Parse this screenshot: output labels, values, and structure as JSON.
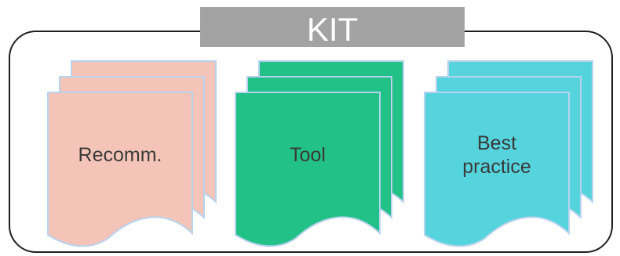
{
  "title": "KIT",
  "colors": {
    "frame_stroke": "#1f1f1f",
    "title_bg": "#a3a3a3",
    "title_text": "#ffffff",
    "doc_outline": "#b9d3ee",
    "label_text": "#3a3a3a"
  },
  "documents": [
    {
      "label_lines": [
        "Recomm."
      ],
      "fill": "#f4c4b8"
    },
    {
      "label_lines": [
        "Tool"
      ],
      "fill": "#22c187"
    },
    {
      "label_lines": [
        "Best",
        "practice"
      ],
      "fill": "#55d4de"
    }
  ]
}
